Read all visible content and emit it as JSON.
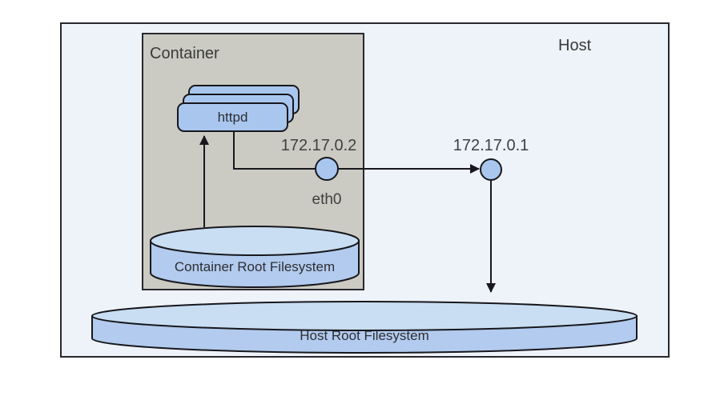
{
  "host": {
    "label": "Host",
    "interface": {
      "ip": "172.17.0.1"
    },
    "rootfs": {
      "label": "Host Root Filesystem"
    }
  },
  "container": {
    "label": "Container",
    "httpd": {
      "label": "httpd",
      "stack_count": 3
    },
    "eth0": {
      "label": "eth0",
      "ip": "172.17.0.2"
    },
    "rootfs": {
      "label": "Container Root Filesystem"
    }
  },
  "colors": {
    "host_background": "#eef2f9",
    "container_background": "#cbcbc3",
    "shape_fill": "#a9c7ee",
    "cylinder_top": "#c9def2",
    "cylinder_body": "#b2cbee",
    "stroke": "#17171d",
    "text": "#3a3a3a"
  }
}
